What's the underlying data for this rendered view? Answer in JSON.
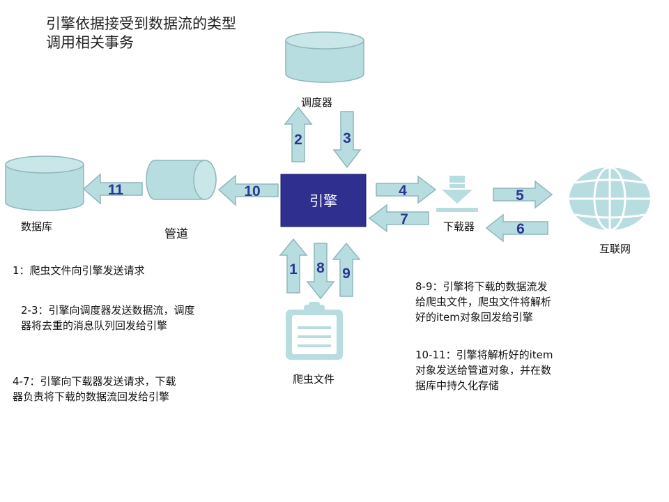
{
  "title": {
    "line1": "引擎依据接受到数据流的类型",
    "line2": "调用相关事务"
  },
  "nodes": {
    "engine": "引擎",
    "scheduler": "调度器",
    "downloader": "下载器",
    "internet": "互联网",
    "pipeline": "管道",
    "database": "数据库",
    "spider": "爬虫文件"
  },
  "arrows": {
    "a1": "1",
    "a2": "2",
    "a3": "3",
    "a4": "4",
    "a5": "5",
    "a6": "6",
    "a7": "7",
    "a8": "8",
    "a9": "9",
    "a10": "10",
    "a11": "11"
  },
  "notes": {
    "n1": "1：爬虫文件向引擎发送请求",
    "n23": "2-3：引擎向调度器发送数据流，调度器将去重的消息队列回发给引擎",
    "n47": "4-7：引擎向下载器发送请求，下载器负责将下载的数据流回发给引擎",
    "n89": "8-9：引擎将下载的数据流发给爬虫文件，爬虫文件将解析好的item对象回发给引擎",
    "n1011": "10-11：引擎将解析好的item对象发送给管道对象，并在数据库中持久化存储"
  },
  "colors": {
    "shape_fill": "#b7dde0",
    "shape_stroke": "#8fb7bb",
    "engine_fill": "#2f2f8f",
    "number_text": "#2b3592"
  }
}
